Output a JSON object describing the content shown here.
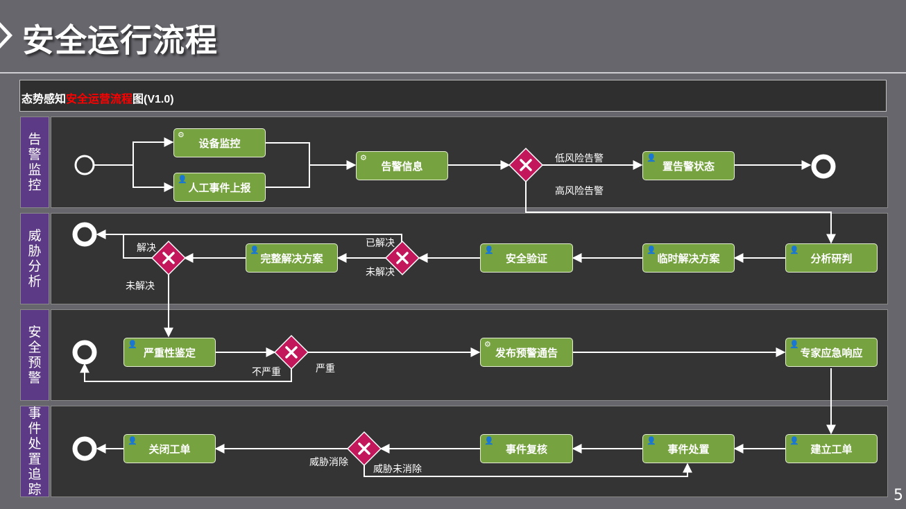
{
  "header": {
    "title": "安全运行流程",
    "subtitle_prefix": "态势感知",
    "subtitle_highlight": "安全运营流程",
    "subtitle_suffix": "图(V1.0)"
  },
  "colors": {
    "accent_red": "#ff0000",
    "lane_label_bg": "#5c3a86",
    "task_green": "#76a33f",
    "gateway_magenta": "#c2185b"
  },
  "lanes": [
    "告警监控",
    "威胁分析",
    "安全预警",
    "事件处置追踪"
  ],
  "tasks": {
    "device_monitor": "设备监控",
    "manual_report": "人工事件上报",
    "alert_info": "告警信息",
    "set_alert_status": "置告警状态",
    "analysis": "分析研判",
    "temp_solution": "临时解决方案",
    "security_verify": "安全验证",
    "full_solution": "完整解决方案",
    "severity_assess": "严重性鉴定",
    "publish_warning": "发布预警通告",
    "expert_response": "专家应急响应",
    "create_ticket": "建立工单",
    "event_handling": "事件处置",
    "event_review": "事件复核",
    "close_ticket": "关闭工单"
  },
  "edge_labels": {
    "low_risk": "低风险告警",
    "high_risk": "高风险告警",
    "solved_1": "已解决",
    "unsolved_1": "未解决",
    "solved_2": "解决",
    "unsolved_2": "未解决",
    "not_severe": "不严重",
    "severe": "严重",
    "threat_cleared": "威胁消除",
    "threat_not_cleared": "威胁未消除"
  },
  "icons": {
    "gear": "gear-icon",
    "user": "user-icon",
    "gateway": "close-icon"
  },
  "page_number": "5"
}
